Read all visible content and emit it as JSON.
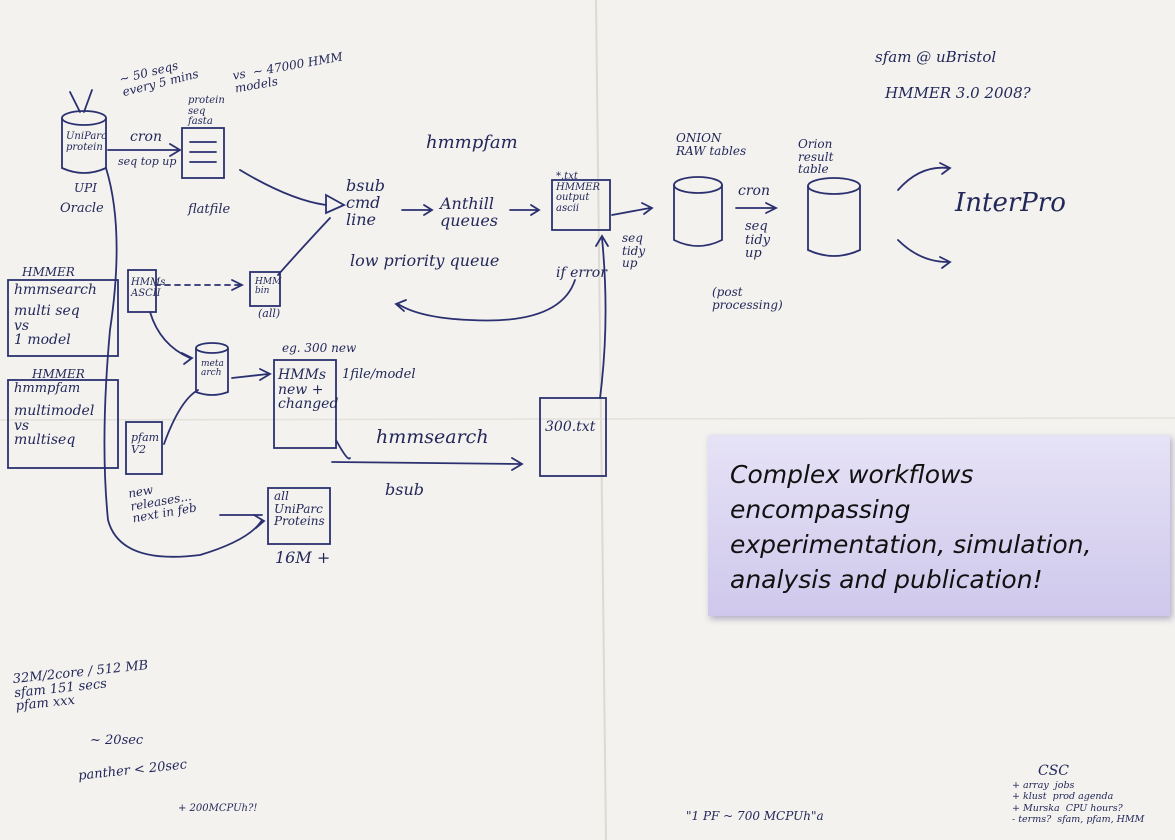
{
  "notes": {
    "header_sfam": "sfam @ uBristol",
    "header_hmmer": "HMMER  3.0   2008?",
    "seqs_rate": "~ 50 seqs\nevery 5 mins",
    "hmm_models": "vs  ~ 47000 HMM\nmodels",
    "uniparc": "UniParc\nprotein",
    "upi": "UPI",
    "oracle": "Oracle",
    "cron1": "cron",
    "seq_top_up": "seq top up",
    "protein_fasta": "protein\nseq\nfasta",
    "flatfile": "flatfile",
    "hmmpfam_top": "hmmpfam",
    "bsub_cmd": "bsub\ncmd\nline",
    "anthill": "Anthill\nqueues",
    "low_priority": "low priority queue",
    "hmmer_output": "*.txt\nHMMER\noutput\nascii",
    "if_error": "if error",
    "seq_tidy_up": "seq\ntidy\nup",
    "onion": "ONION\nRAW tables",
    "cron2": "cron",
    "seq_tidy_up2": "seq\ntidy\nup",
    "post_processing": "(post\nprocessing)",
    "orion": "Orion\nresult\ntable",
    "interpro": "InterPro",
    "hmmer_search_label": "HMMER",
    "hmmsearch_box": "hmmsearch",
    "multi_seq": "multi seq\nvs\n1 model",
    "hmmer_pfam_label": "HMMER",
    "hmmpfam_box": "hmmpfam",
    "multimodel": "multimodel\nvs\nmultiseq",
    "hmms_ascii": "HMMs\nASCII",
    "hmm_bin": "HMM\nbin",
    "all_label": "(all)",
    "meta_arch": "meta\narch",
    "eg_new": "eg. 300 new",
    "hmms_new": "HMMs\nnew +\nchanged",
    "file_model": "1file/model",
    "hmmsearch_mid": "hmmsearch",
    "bsub2": "bsub",
    "txt_300": "300.txt",
    "pfam_v2": "pfam\nV2",
    "new_releases": "new\nreleases...\nnext in feb",
    "all_uniparc": "all\nUniParc\nProteins",
    "sixteen_m": "16M +",
    "cpu_notes": "32M/2core / 512 MB\nsfam 151 secs\npfam xxx",
    "twenty_sec": "~ 20sec",
    "panther": "panther  < 20sec",
    "cpu_hours": "+ 200MCPUh?!",
    "pf_note": "\"1 PF ~ 700 MCPUh\"a",
    "csc": "CSC",
    "csc_items": "+ array  jobs\n+ klust  prod agenda\n+ Murska  CPU hours?\n- terms?  sfam, pfam, HMM"
  },
  "callout": {
    "text": "Complex workflows\nencompassing\nexperimentation, simulation,\nanalysis and publication!",
    "bg_top": "#e6e2f6",
    "bg_bottom": "#cfc8ec"
  },
  "ink_color": "#23285a"
}
